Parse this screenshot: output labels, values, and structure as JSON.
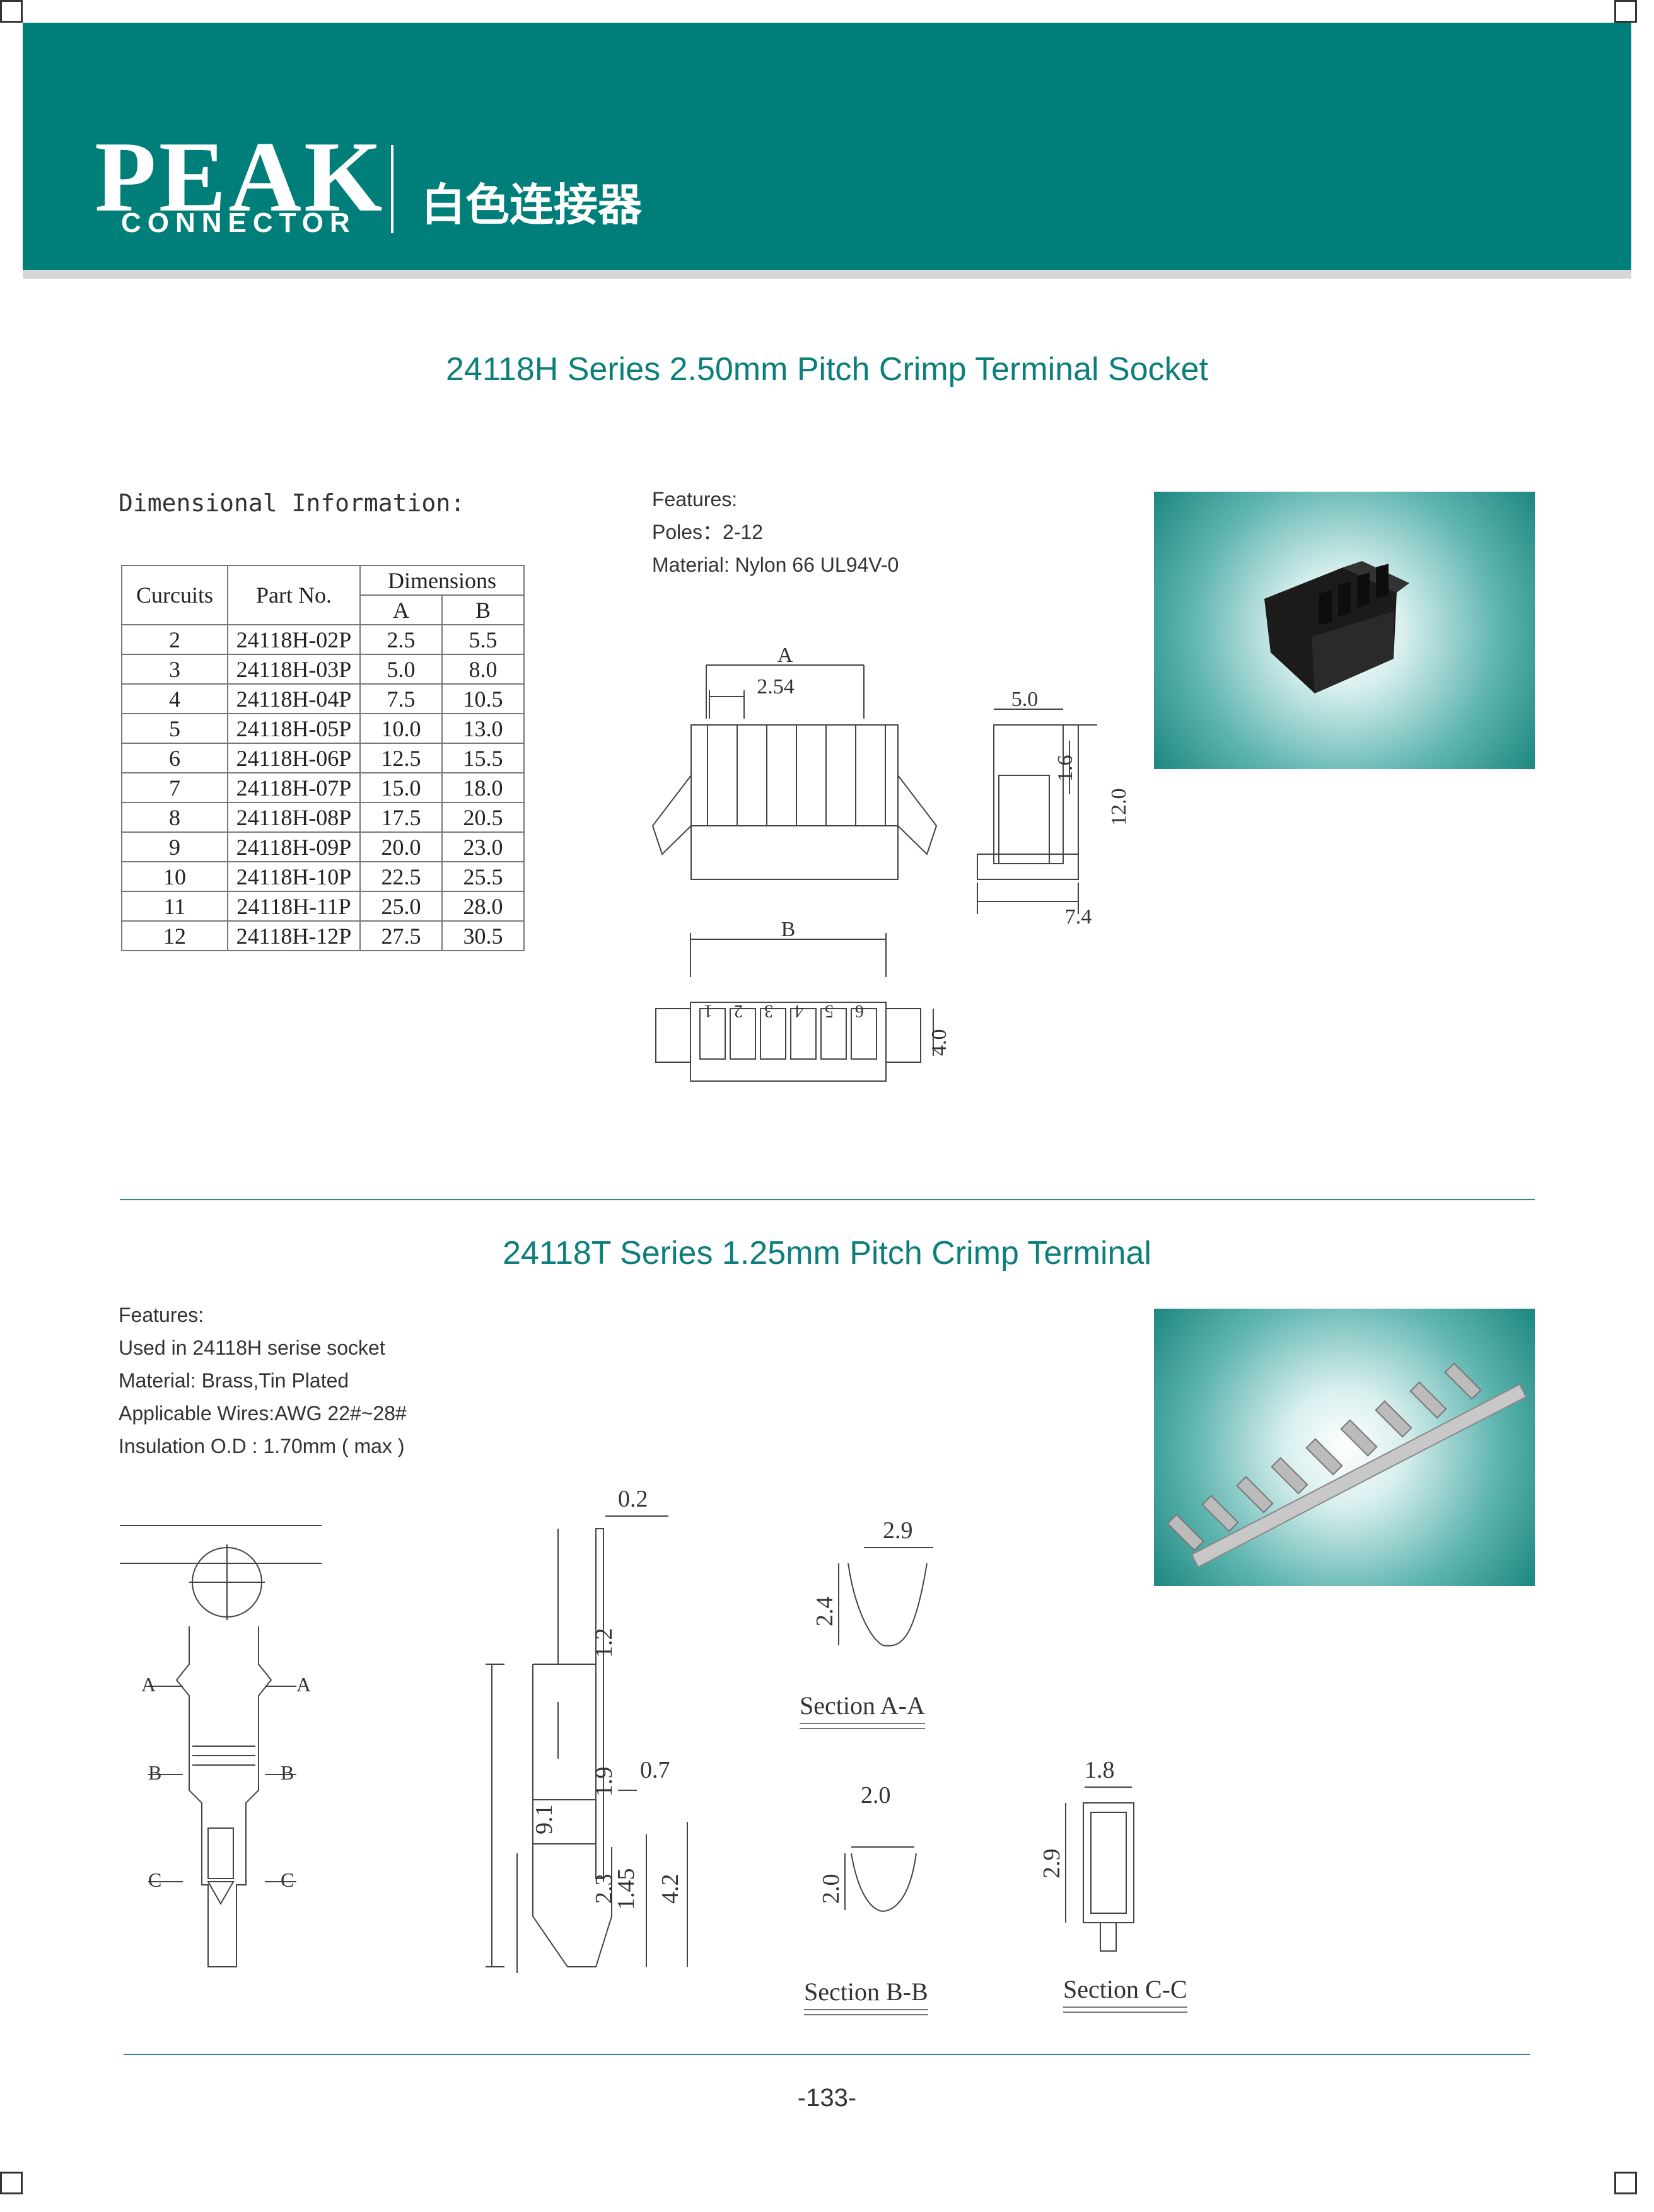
{
  "header": {
    "brand": "PEAK",
    "brand_sub": "CONNECTOR",
    "title": "白色连接器",
    "background": "#007f7a"
  },
  "socket": {
    "title": "24118H Series 2.50mm Pitch Crimp Terminal Socket",
    "dim_info_label": "Dimensional Information:",
    "features": [
      "Features:",
      "Poles：2-12",
      "Material: Nylon 66 UL94V-0"
    ],
    "table": {
      "headers": {
        "circuits": "Curcuits",
        "part_no": "Part No.",
        "dimensions": "Dimensions",
        "a": "A",
        "b": "B"
      },
      "rows": [
        {
          "c": "2",
          "p": "24118H-02P",
          "a": "2.5",
          "b": "5.5"
        },
        {
          "c": "3",
          "p": "24118H-03P",
          "a": "5.0",
          "b": "8.0"
        },
        {
          "c": "4",
          "p": "24118H-04P",
          "a": "7.5",
          "b": "10.5"
        },
        {
          "c": "5",
          "p": "24118H-05P",
          "a": "10.0",
          "b": "13.0"
        },
        {
          "c": "6",
          "p": "24118H-06P",
          "a": "12.5",
          "b": "15.5"
        },
        {
          "c": "7",
          "p": "24118H-07P",
          "a": "15.0",
          "b": "18.0"
        },
        {
          "c": "8",
          "p": "24118H-08P",
          "a": "17.5",
          "b": "20.5"
        },
        {
          "c": "9",
          "p": "24118H-09P",
          "a": "20.0",
          "b": "23.0"
        },
        {
          "c": "10",
          "p": "24118H-10P",
          "a": "22.5",
          "b": "25.5"
        },
        {
          "c": "11",
          "p": "24118H-11P",
          "a": "25.0",
          "b": "28.0"
        },
        {
          "c": "12",
          "p": "24118H-12P",
          "a": "27.5",
          "b": "30.5"
        }
      ]
    },
    "drawing_labels": {
      "a": "A",
      "pitch": "2.54",
      "width": "5.0",
      "h1": "1.6",
      "h2": "12.0",
      "depth": "7.4",
      "b": "B",
      "thickness": "4.0",
      "pins": [
        "1",
        "2",
        "3",
        "4",
        "5",
        "6"
      ]
    }
  },
  "terminal": {
    "title": "24118T Series 1.25mm Pitch Crimp Terminal",
    "features": [
      "Features:",
      "Used in 24118H serise socket",
      "Material: Brass,Tin Plated",
      "Applicable Wires:AWG 22#~28#",
      "Insulation O.D : 1.70mm ( max )"
    ],
    "drawing_labels": {
      "a_left": "A",
      "a_right": "A",
      "b_left": "B",
      "b_right": "B",
      "c_left": "C",
      "c_right": "C",
      "thickness": "0.2",
      "d1": "1.2",
      "d2": "1.9",
      "d3": "0.7",
      "d4": "9.1",
      "d5": "2.3",
      "d6": "1.45",
      "d7": "4.2",
      "saa_w": "2.9",
      "saa_h": "2.4",
      "sbb_w": "2.0",
      "sbb_h": "2.0",
      "scc_w": "1.8",
      "scc_h": "2.9"
    },
    "sections": [
      "Section A-A",
      "Section B-B",
      "Section C-C"
    ]
  },
  "page_number": "-133-"
}
